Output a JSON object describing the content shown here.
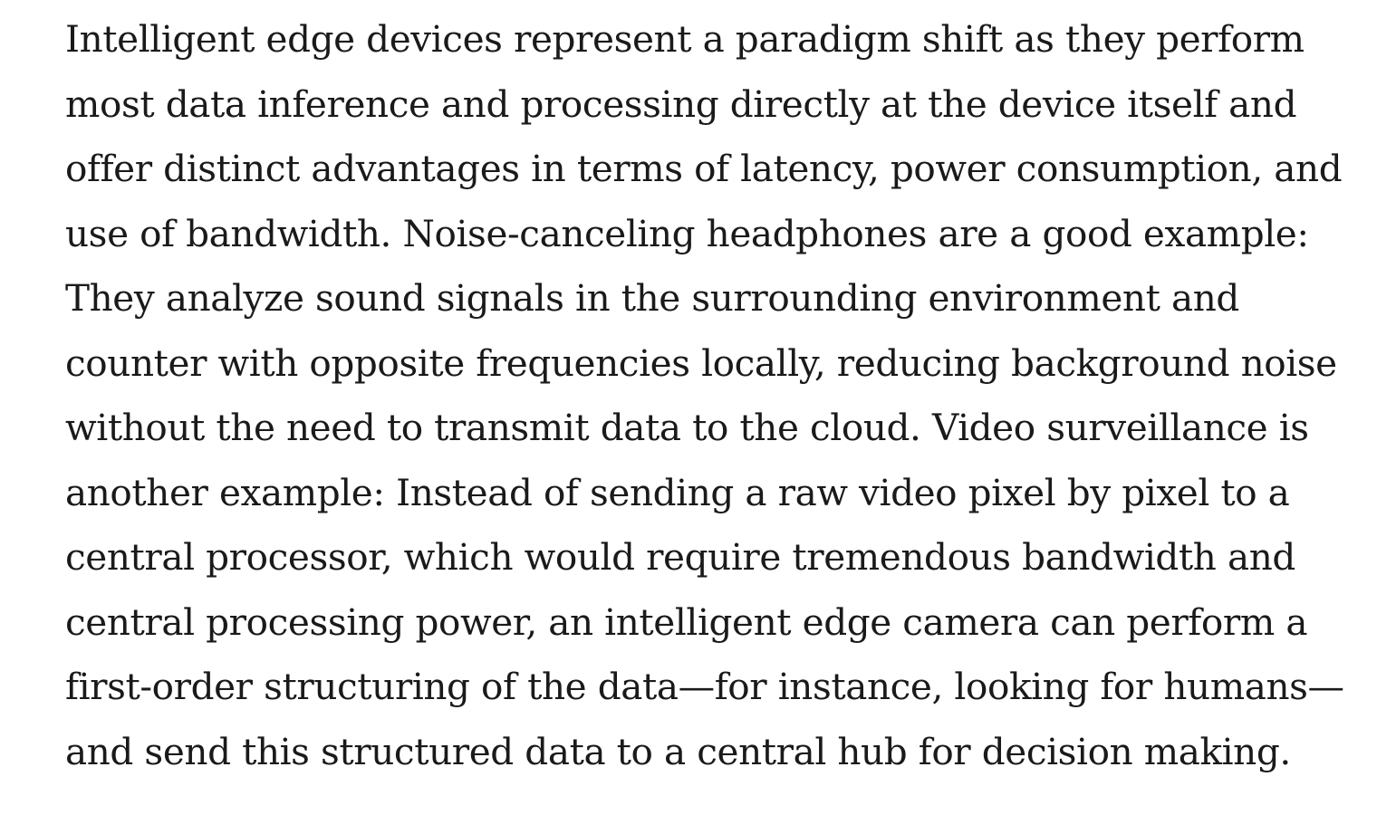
{
  "article": {
    "paragraph_lines": [
      "Intelligent edge devices represent a paradigm shift as they perform",
      "most data inference and processing directly at the device itself and",
      "offer distinct advantages in terms of latency, power consumption, and",
      "use of bandwidth. Noise-canceling headphones are a good example:",
      "They analyze sound signals in the surrounding environment and",
      "counter with opposite frequencies locally, reducing background noise",
      "without the need to transmit data to the cloud. Video surveillance is",
      "another example: Instead of sending a raw video pixel by pixel to a",
      "central processor, which would require tremendous bandwidth and",
      "central processing power, an intelligent edge camera can perform a",
      "first-order structuring of the data—for instance, looking for humans—",
      "and send this structured data to a central hub for decision making."
    ]
  }
}
